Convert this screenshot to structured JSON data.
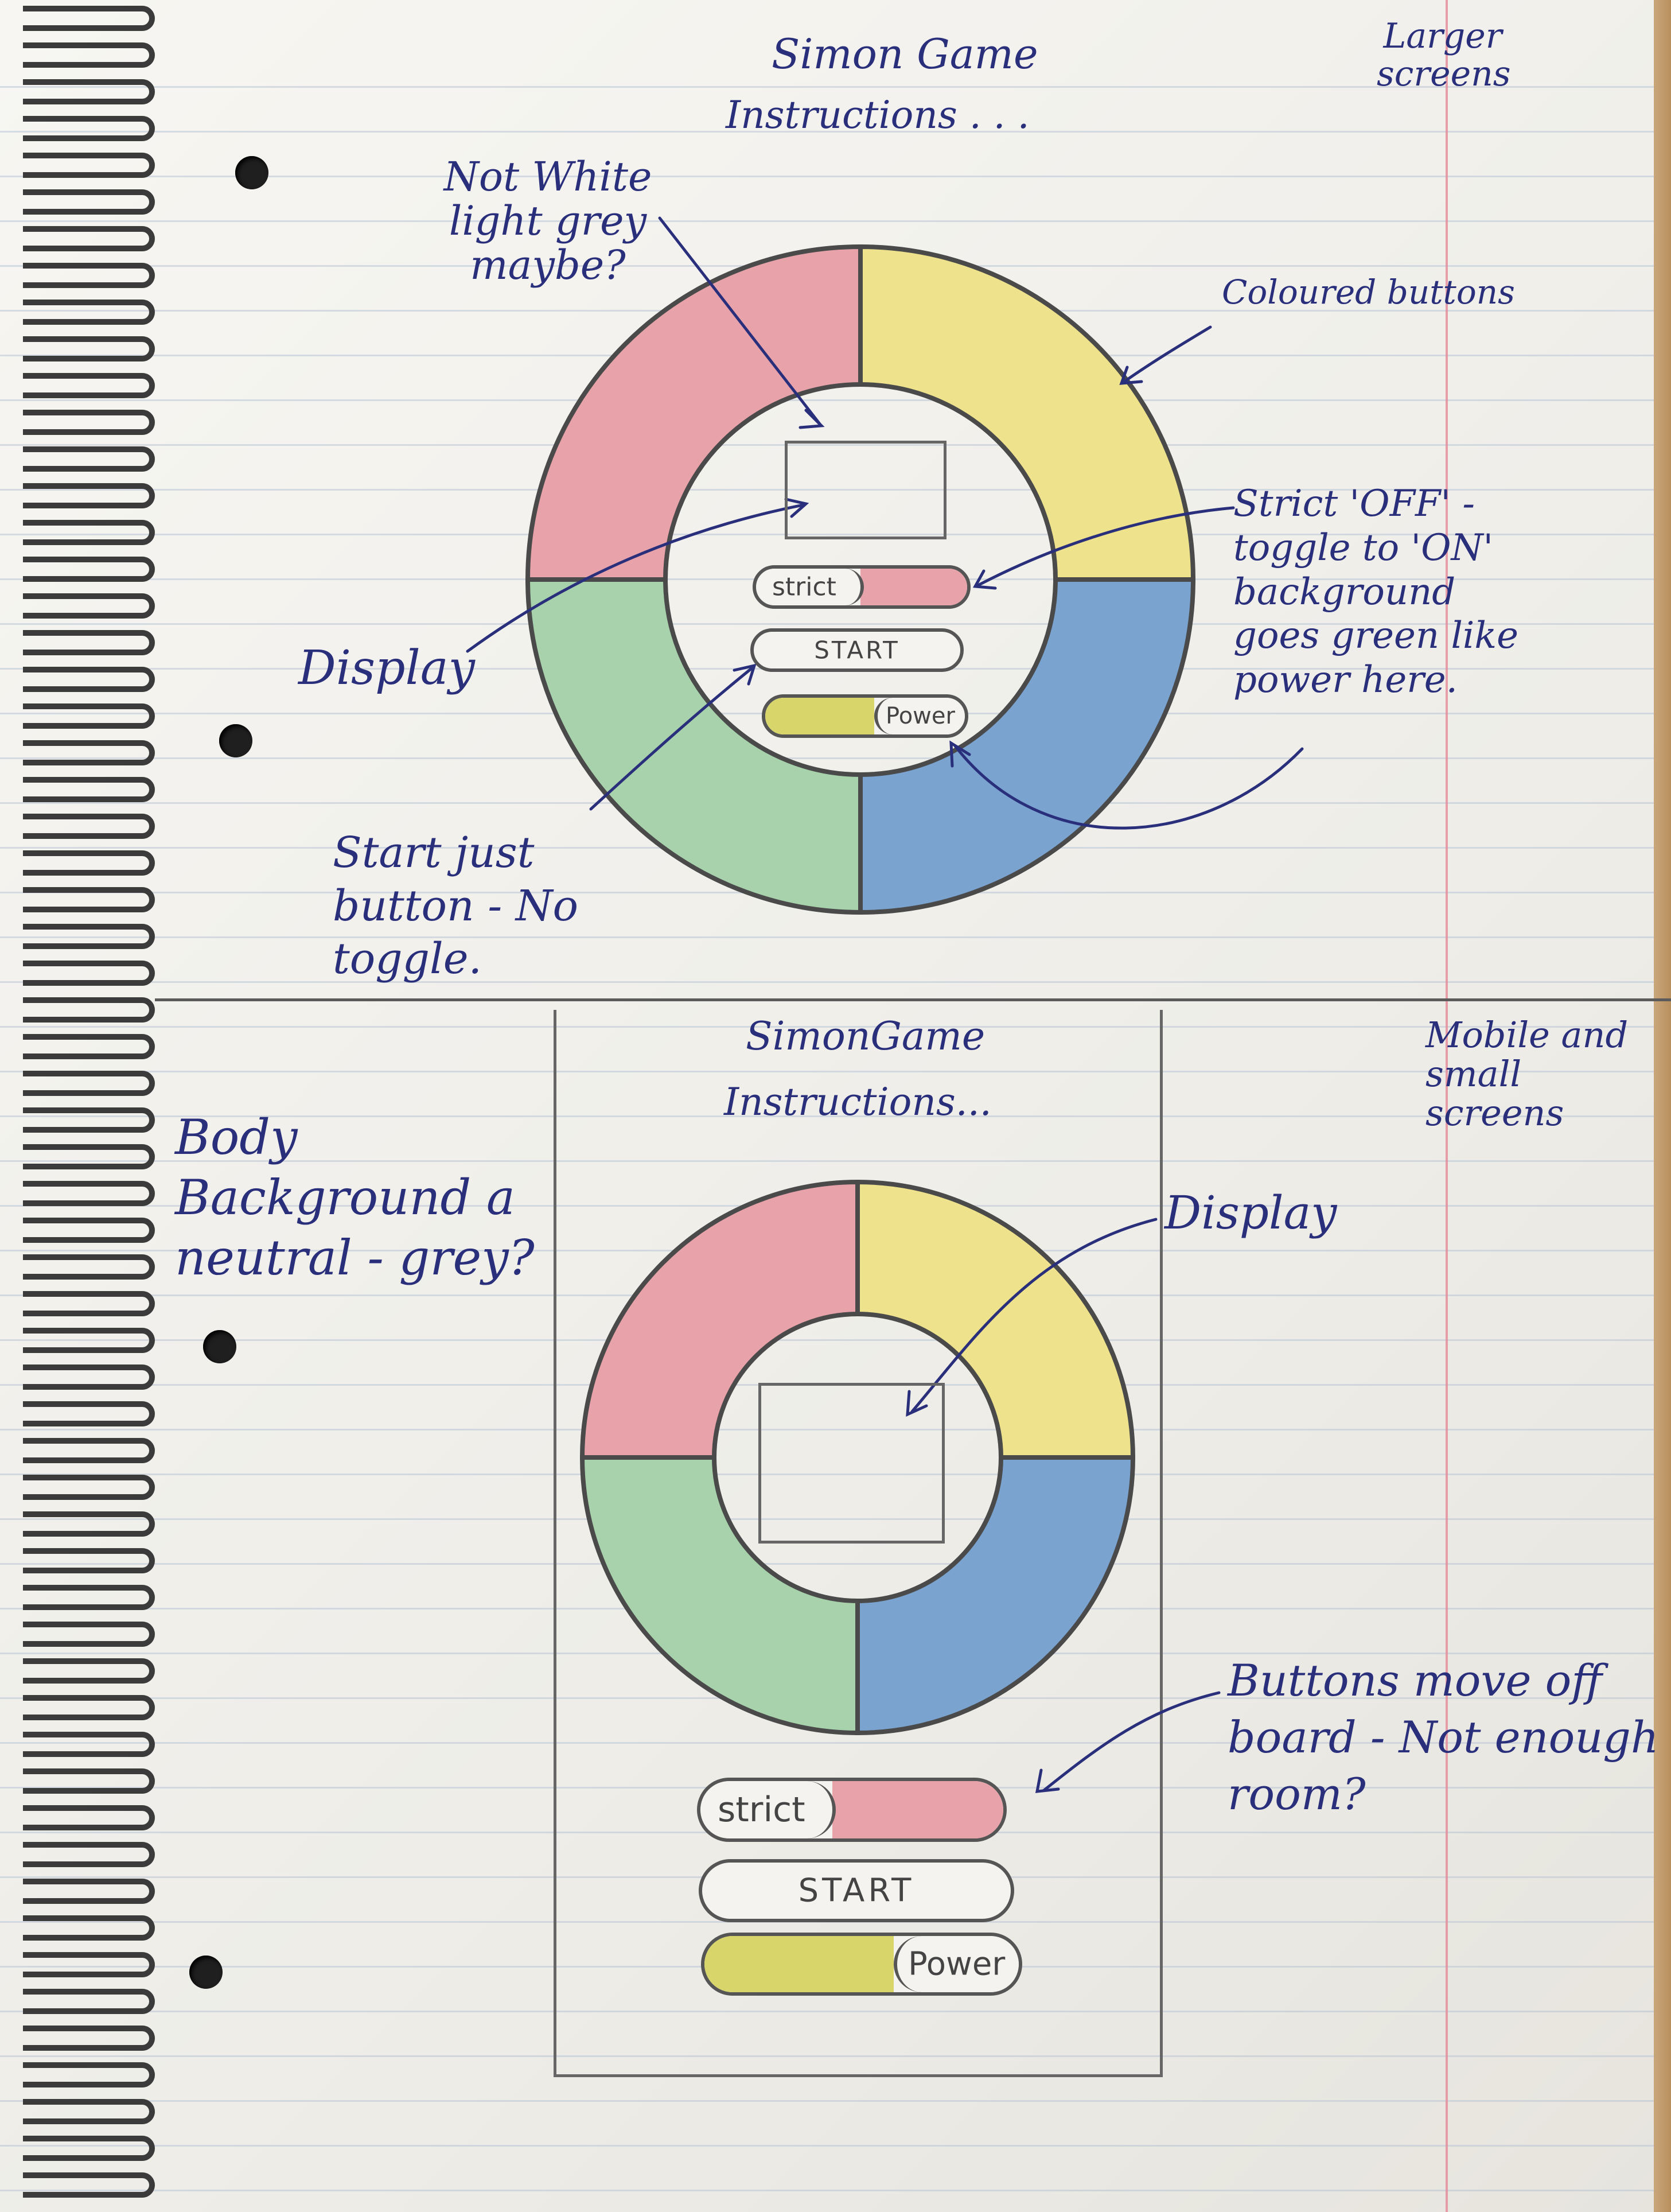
{
  "colors": {
    "red": "#e8a3aa",
    "yellow": "#eee38c",
    "green": "#a8d2ac",
    "blue": "#7aa3cf",
    "ink": "#2a2f7c",
    "pencil": "#555555"
  },
  "larger": {
    "title": "Simon Game",
    "instructions": "Instructions . . .",
    "screen_label": "Larger screens",
    "note_display_colour": "Not White light grey maybe?",
    "note_buttons": "Coloured buttons",
    "note_strict": "Strict 'OFF' - toggle to 'ON' background goes green like power here.",
    "note_display": "Display",
    "note_start": "Start just button - No toggle.",
    "strict_label": "strict",
    "start_label": "START",
    "power_label": "Power"
  },
  "mobile": {
    "title": "SimonGame",
    "instructions": "Instructions...",
    "screen_label": "Mobile and small screens",
    "note_body": "Body Background a neutral - grey?",
    "note_display": "Display",
    "note_buttons": "Buttons move off board - Not enough room?",
    "strict_label": "strict",
    "start_label": "START",
    "power_label": "Power"
  }
}
